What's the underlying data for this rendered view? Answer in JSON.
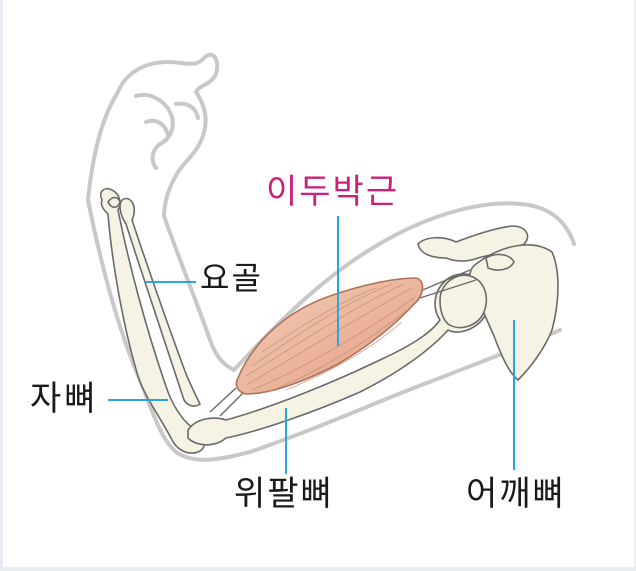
{
  "labels": {
    "biceps": "이두박근",
    "ulna": "요골",
    "radius": "자뼈",
    "humerus": "위팔뼈",
    "scapula": "어깨뼈"
  },
  "colors": {
    "accent_label": "#cc1f7a",
    "label_text": "#1a1a1a",
    "leader_line": "#2aa6dc",
    "arm_outline": "#c8c8c8",
    "bone_fill": "#f7f3e4",
    "bone_stroke": "#6a6a6a",
    "muscle_fill": "#ebb79f",
    "muscle_stroke": "#b0715a"
  }
}
